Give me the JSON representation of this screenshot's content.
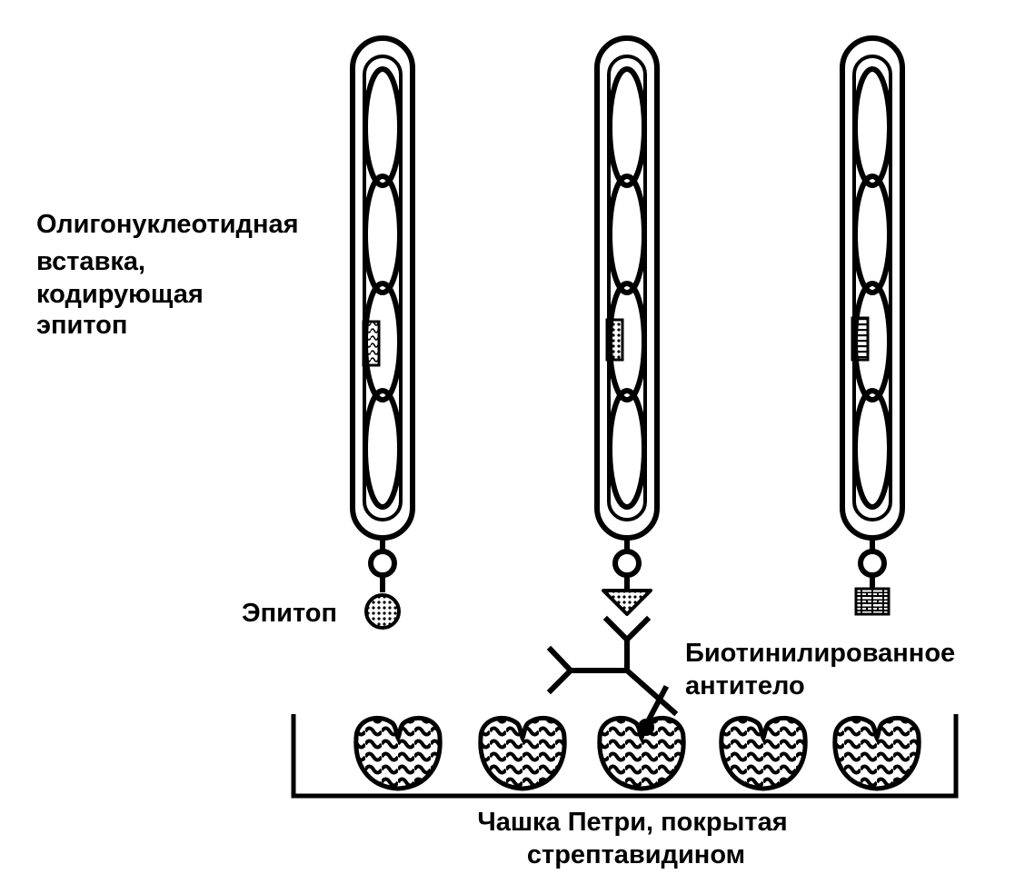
{
  "labels": {
    "insert": [
      "Олигонуклеотидная",
      "вставка,",
      "кодирующая",
      "эпитоп"
    ],
    "epitope": "Эпитоп",
    "antibody": [
      "Биотинилированное",
      "антитело"
    ],
    "dish": [
      "Чашка Петри, покрытая",
      "стрептавидином"
    ]
  },
  "phages": [
    {
      "insert_style": "waves",
      "tip": "dotted-circle"
    },
    {
      "insert_style": "dots",
      "tip": "dotted-triangle"
    },
    {
      "insert_style": "bars",
      "tip": "brick-square"
    }
  ],
  "streptavidin_count": 5
}
